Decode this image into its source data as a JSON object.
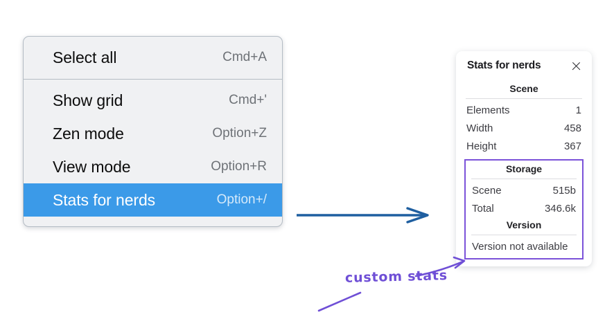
{
  "menu": {
    "sections": [
      {
        "name": "primary",
        "items": [
          {
            "label": "Select all",
            "shortcut": "Cmd+A",
            "selected": false
          }
        ]
      },
      {
        "name": "view",
        "items": [
          {
            "label": "Show grid",
            "shortcut": "Cmd+'",
            "selected": false
          },
          {
            "label": "Zen mode",
            "shortcut": "Option+Z",
            "selected": false
          },
          {
            "label": "View mode",
            "shortcut": "Option+R",
            "selected": false
          },
          {
            "label": "Stats for nerds",
            "shortcut": "Option+/",
            "selected": true
          }
        ]
      }
    ],
    "highlight_color": "#3b9ae8",
    "background_color": "#f0f1f3"
  },
  "stats_panel": {
    "title": "Stats for nerds",
    "close_icon": "close-icon",
    "groups": [
      {
        "title": "Scene",
        "rows": [
          {
            "key": "Elements",
            "value": "1"
          },
          {
            "key": "Width",
            "value": "458"
          },
          {
            "key": "Height",
            "value": "367"
          }
        ]
      },
      {
        "title": "Storage",
        "rows": [
          {
            "key": "Scene",
            "value": "515b"
          },
          {
            "key": "Total",
            "value": "346.6k"
          }
        ]
      },
      {
        "title": "Version",
        "single_line": "Version not available"
      }
    ],
    "highlight_box_color": "#7b52d9"
  },
  "annotations": {
    "custom_stats_label": "custom stats",
    "pointer_color": "#6f4fd6",
    "flow_arrow_color": "#1f5fa0"
  }
}
